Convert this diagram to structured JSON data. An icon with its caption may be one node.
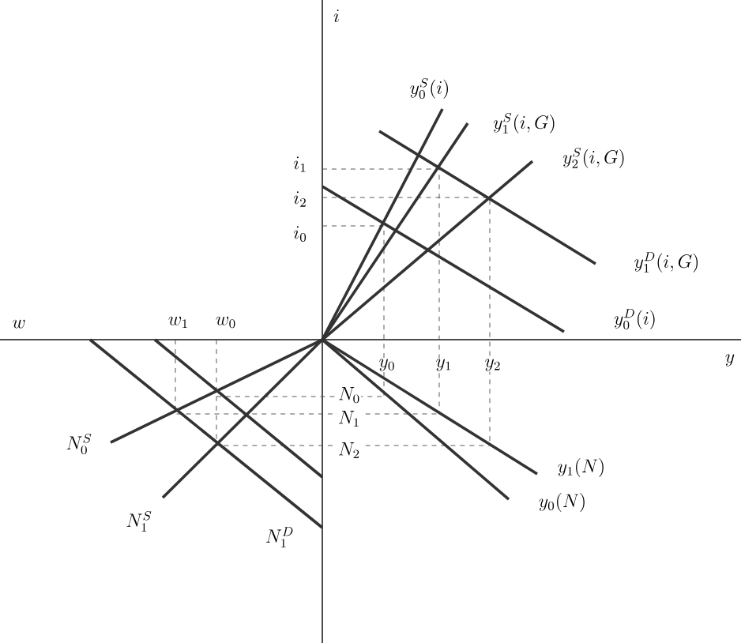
{
  "diagram": {
    "labels": [
      "i",
      "y_0^S(i)",
      "y_1^S(i,G)",
      "i_1",
      "y_2^S(i,G)",
      "i_2",
      "i_0",
      "y_1^D(i,G)",
      "w",
      "w_1",
      "w_0",
      "y_0^D(i)",
      "y_0",
      "y_1",
      "y_2",
      "y",
      "N_0",
      "N_1",
      "N_0^S",
      "N_2",
      "y_1(N)",
      "y_0(N)",
      "N_1^S",
      "N_1^D"
    ]
  }
}
